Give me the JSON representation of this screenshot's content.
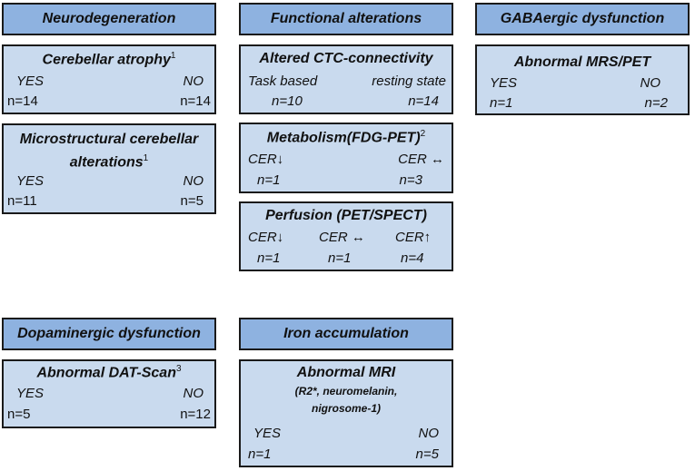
{
  "headers": {
    "neuro": "Neurodegeneration",
    "functional": "Functional alterations",
    "gaba": "GABAergic dysfunction",
    "dopa": "Dopaminergic dysfunction",
    "iron": "Iron accumulation"
  },
  "atrophy": {
    "title": "Cerebellar atrophy",
    "sup": "1",
    "yes": "YES",
    "no": "NO",
    "yes_n": "n=14",
    "no_n": "n=14"
  },
  "micro": {
    "title_line1": "Microstructural cerebellar",
    "title_line2": "alterations",
    "sup": "1",
    "yes": "YES",
    "no": "NO",
    "yes_n": "n=11",
    "no_n": "n=5"
  },
  "ctc": {
    "title": "Altered CTC-connectivity",
    "a": "Task based",
    "b": "resting state",
    "a_n": "n=10",
    "b_n": "n=14"
  },
  "metab": {
    "title": "Metabolism(FDG-PET)",
    "sup": "2",
    "a": "CER↓",
    "b": "CER ↔",
    "a_n": "n=1",
    "b_n": "n=3"
  },
  "perf": {
    "title": "Perfusion (PET/SPECT)",
    "a": "CER↓",
    "b": "CER ↔",
    "c": "CER↑",
    "a_n": "n=1",
    "b_n": "n=1",
    "c_n": "n=4"
  },
  "mrs": {
    "title": "Abnormal MRS/PET",
    "yes": "YES",
    "no": "NO",
    "yes_n": "n=1",
    "no_n": "n=2"
  },
  "dat": {
    "title": "Abnormal DAT-Scan",
    "sup": "3",
    "yes": "YES",
    "no": "NO",
    "yes_n": "n=5",
    "no_n": "n=12"
  },
  "mri": {
    "title": "Abnormal MRI",
    "sub1": "(R2*, neuromelanin,",
    "sub2": "nigrosome-1)",
    "yes": "YES",
    "no": "NO",
    "yes_n": "n=1",
    "no_n": "n=5"
  }
}
